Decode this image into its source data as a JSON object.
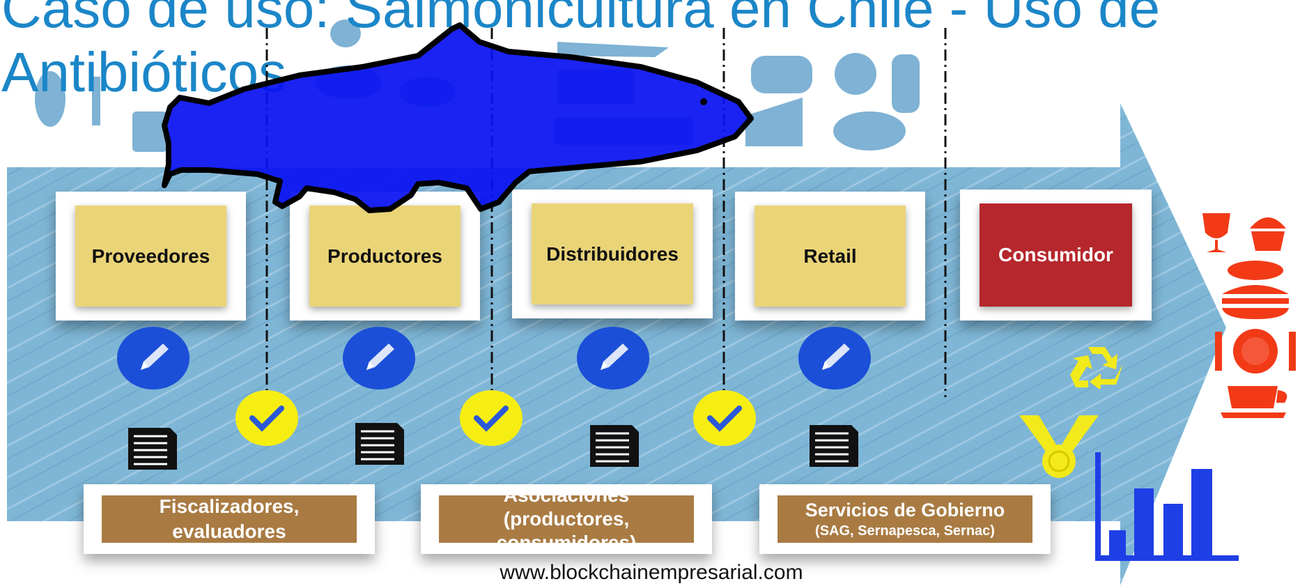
{
  "slide": {
    "title": "Caso de uso: Salmonicultura en Chile - Uso de Antibióticos",
    "footer_url": "www.blockchainempresarial.com"
  },
  "stages": [
    {
      "label": "Proveedores",
      "color": "#ead478"
    },
    {
      "label": "Productores",
      "color": "#ead478"
    },
    {
      "label": "Distribuidores",
      "color": "#ead478"
    },
    {
      "label": "Retail",
      "color": "#ead478"
    },
    {
      "label": "Consumidor",
      "color": "#b5272c"
    }
  ],
  "organizations": [
    {
      "line1": "Fiscalizadores,",
      "line2": "evaluadores"
    },
    {
      "line0": "Asociaciones",
      "line1": "(productores,",
      "line2": "consumidores)"
    },
    {
      "line1": "Servicios de Gobierno",
      "line2": "(SAG, Sernapesca, Sernac)"
    }
  ],
  "icons": {
    "stage_edit": "pencil-icon",
    "handoff": "checkmark-icon",
    "record": "document-list-icon",
    "recycle": "recycle-icon",
    "medal": "medal-icon",
    "analytics": "bar-chart-icon",
    "overlay": "fish-icon"
  },
  "colors": {
    "title": "#1b86c8",
    "arrow": "#7fb6d6",
    "fish": "#0a12f2",
    "pencil_badge": "#1b4fd8",
    "check_badge": "#f6ee12",
    "org_box": "#a97b43",
    "consumer_icons": "#f23a17",
    "chart": "#1f3fe6"
  }
}
